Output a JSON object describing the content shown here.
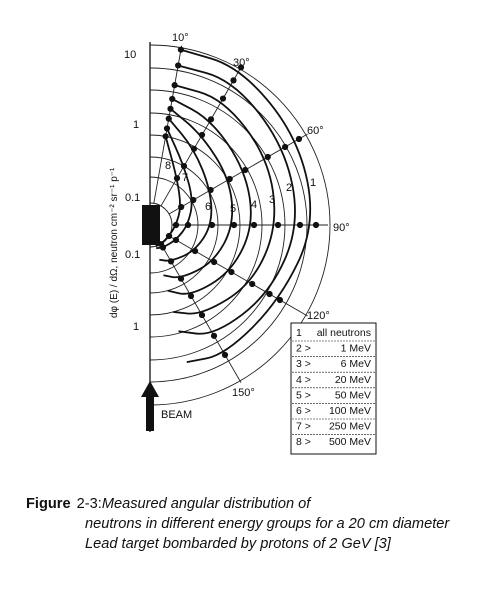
{
  "figure": {
    "y_axis_label": "dφ (E) / dΩ,  neutron cm⁻² sr⁻¹ p⁻¹",
    "radial_ticks_upper": [
      "10",
      "1",
      "0.1"
    ],
    "radial_ticks_lower": [
      "0.1",
      "1"
    ],
    "angles": [
      "10°",
      "30°",
      "60°",
      "90°",
      "120°",
      "150°"
    ],
    "curve_numbers": [
      "1",
      "2",
      "3",
      "4",
      "5",
      "6",
      "7",
      "8"
    ],
    "beam_label": "BEAM",
    "legend": [
      {
        "num": "1",
        "text": "all neutrons"
      },
      {
        "num": "2 >",
        "text": "1 MeV"
      },
      {
        "num": "3 >",
        "text": "6 MeV"
      },
      {
        "num": "4 >",
        "text": "20 MeV"
      },
      {
        "num": "5 >",
        "text": "50 MeV"
      },
      {
        "num": "6 >",
        "text": "100 MeV"
      },
      {
        "num": "7 >",
        "text": "250 MeV"
      },
      {
        "num": "8 >",
        "text": "500 MeV"
      }
    ]
  },
  "caption": {
    "label": "Figure",
    "number": "2-3:",
    "text_line1": "Measured angular distribution of",
    "text_rest": "neutrons in different energy groups for a 20 cm diameter Lead target bombarded by protons of 2 GeV [3]"
  }
}
